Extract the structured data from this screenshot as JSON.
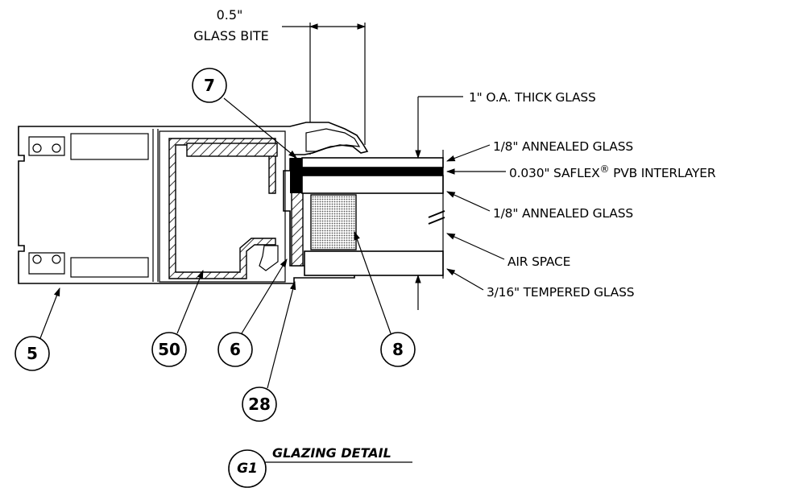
{
  "dimension": {
    "value": "0.5\"",
    "label": "GLASS BITE"
  },
  "callouts": {
    "overall": "1\" O.A. THICK GLASS",
    "annealed_top": "1/8\" ANNEALED GLASS",
    "interlayer_prefix": "0.030\" SAFLEX",
    "interlayer_mark": "®",
    "interlayer_suffix": " PVB INTERLAYER",
    "annealed_bottom": "1/8\" ANNEALED GLASS",
    "air_space": "AIR SPACE",
    "tempered": "3/16\" TEMPERED GLASS"
  },
  "bubbles": {
    "b7": "7",
    "b5": "5",
    "b50": "50",
    "b6": "6",
    "b8": "8",
    "b28": "28"
  },
  "detail": {
    "tag": "G1",
    "title": "GLAZING DETAIL"
  }
}
